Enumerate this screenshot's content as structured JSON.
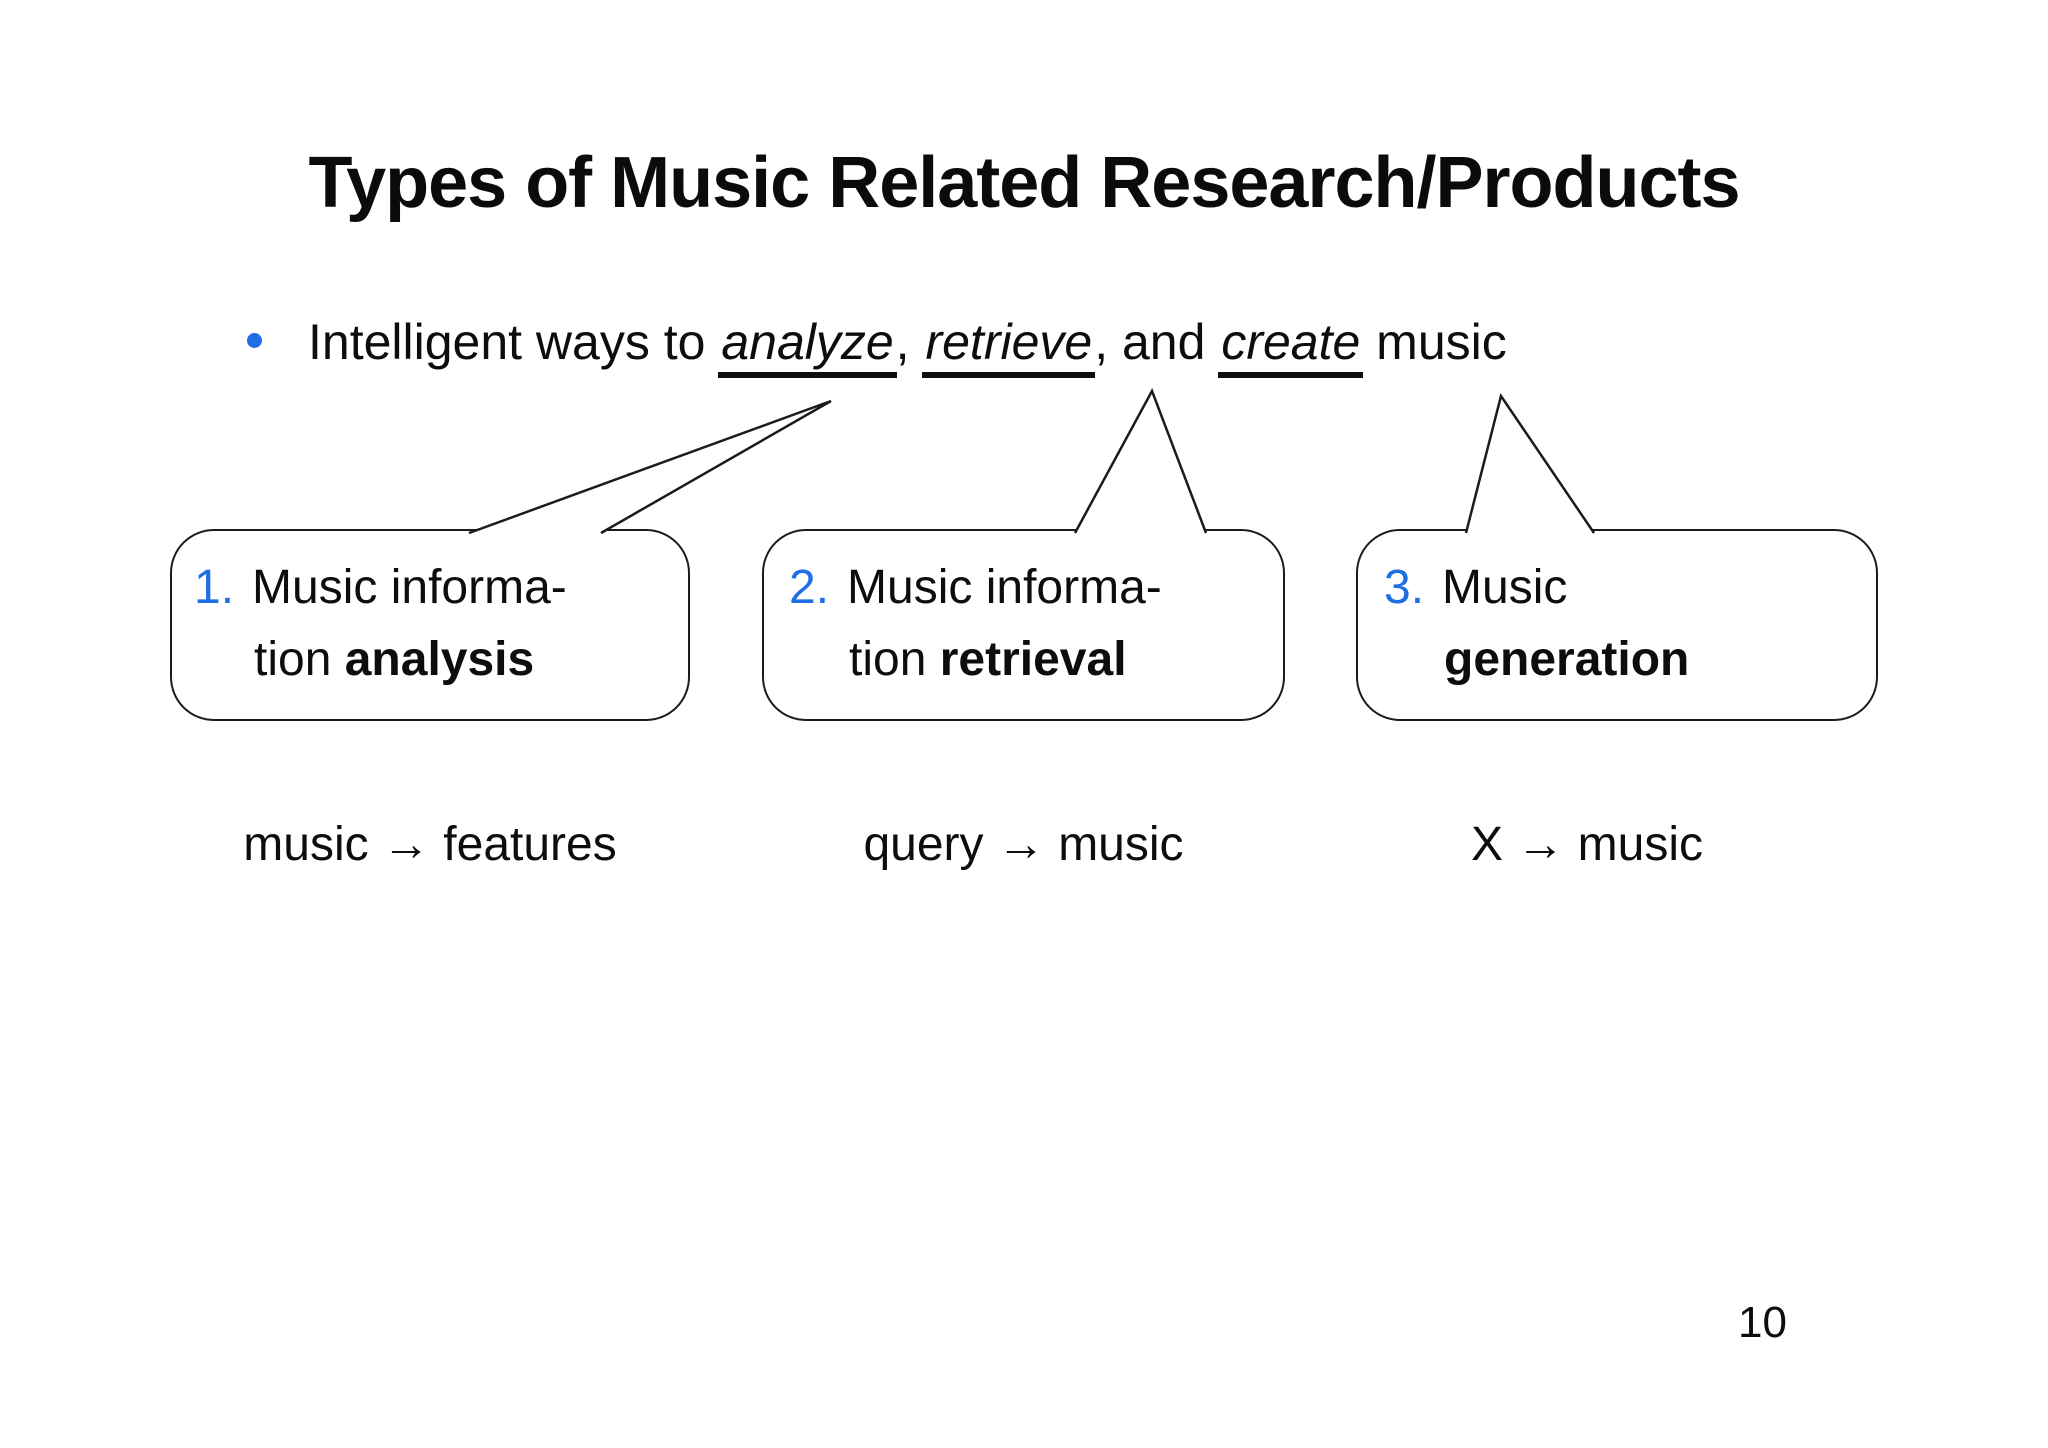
{
  "slide": {
    "title": "Types of Music Related Research/Products",
    "bullet": {
      "marker": "•",
      "lead": "Intelligent ways to ",
      "word_analyze": "analyze",
      "sep_1": ", ",
      "word_retrieve": "retrieve",
      "sep_2": ", and ",
      "word_create": "create",
      "tail": " music"
    },
    "callouts": [
      {
        "number": "1.",
        "line1": "Music informa-",
        "line2_prefix": "tion ",
        "line2_emphasis": "analysis",
        "caption": "music → features"
      },
      {
        "number": "2.",
        "line1": "Music informa-",
        "line2_prefix": "tion ",
        "line2_emphasis": "retrieval",
        "caption": "query → music"
      },
      {
        "number": "3.",
        "line1": "Music",
        "line2_prefix": "",
        "line2_emphasis": "generation",
        "caption": "X → music"
      }
    ],
    "page_number": "10",
    "colors": {
      "accent_blue": "#1e6fe6",
      "text": "#0d0d0d",
      "border": "#1b1b1b",
      "background": "#ffffff"
    }
  }
}
